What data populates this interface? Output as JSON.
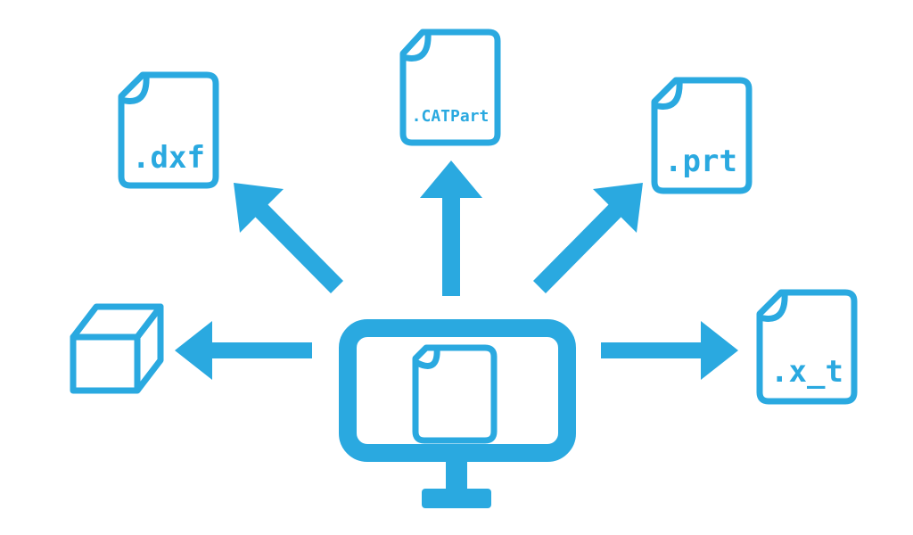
{
  "colors": {
    "accent": "#2AA9E0",
    "background": "#FFFFFF"
  },
  "center": {
    "icon": "monitor-icon",
    "inner_icon": "document-icon"
  },
  "files": [
    {
      "key": "dxf",
      "label": ".dxf",
      "icon": "document-icon"
    },
    {
      "key": "catpart",
      "label": ".CATPart",
      "icon": "document-icon"
    },
    {
      "key": "prt",
      "label": ".prt",
      "icon": "document-icon"
    },
    {
      "key": "xt",
      "label": ".x_t",
      "icon": "document-icon"
    }
  ],
  "cube": {
    "icon": "cube-icon"
  }
}
